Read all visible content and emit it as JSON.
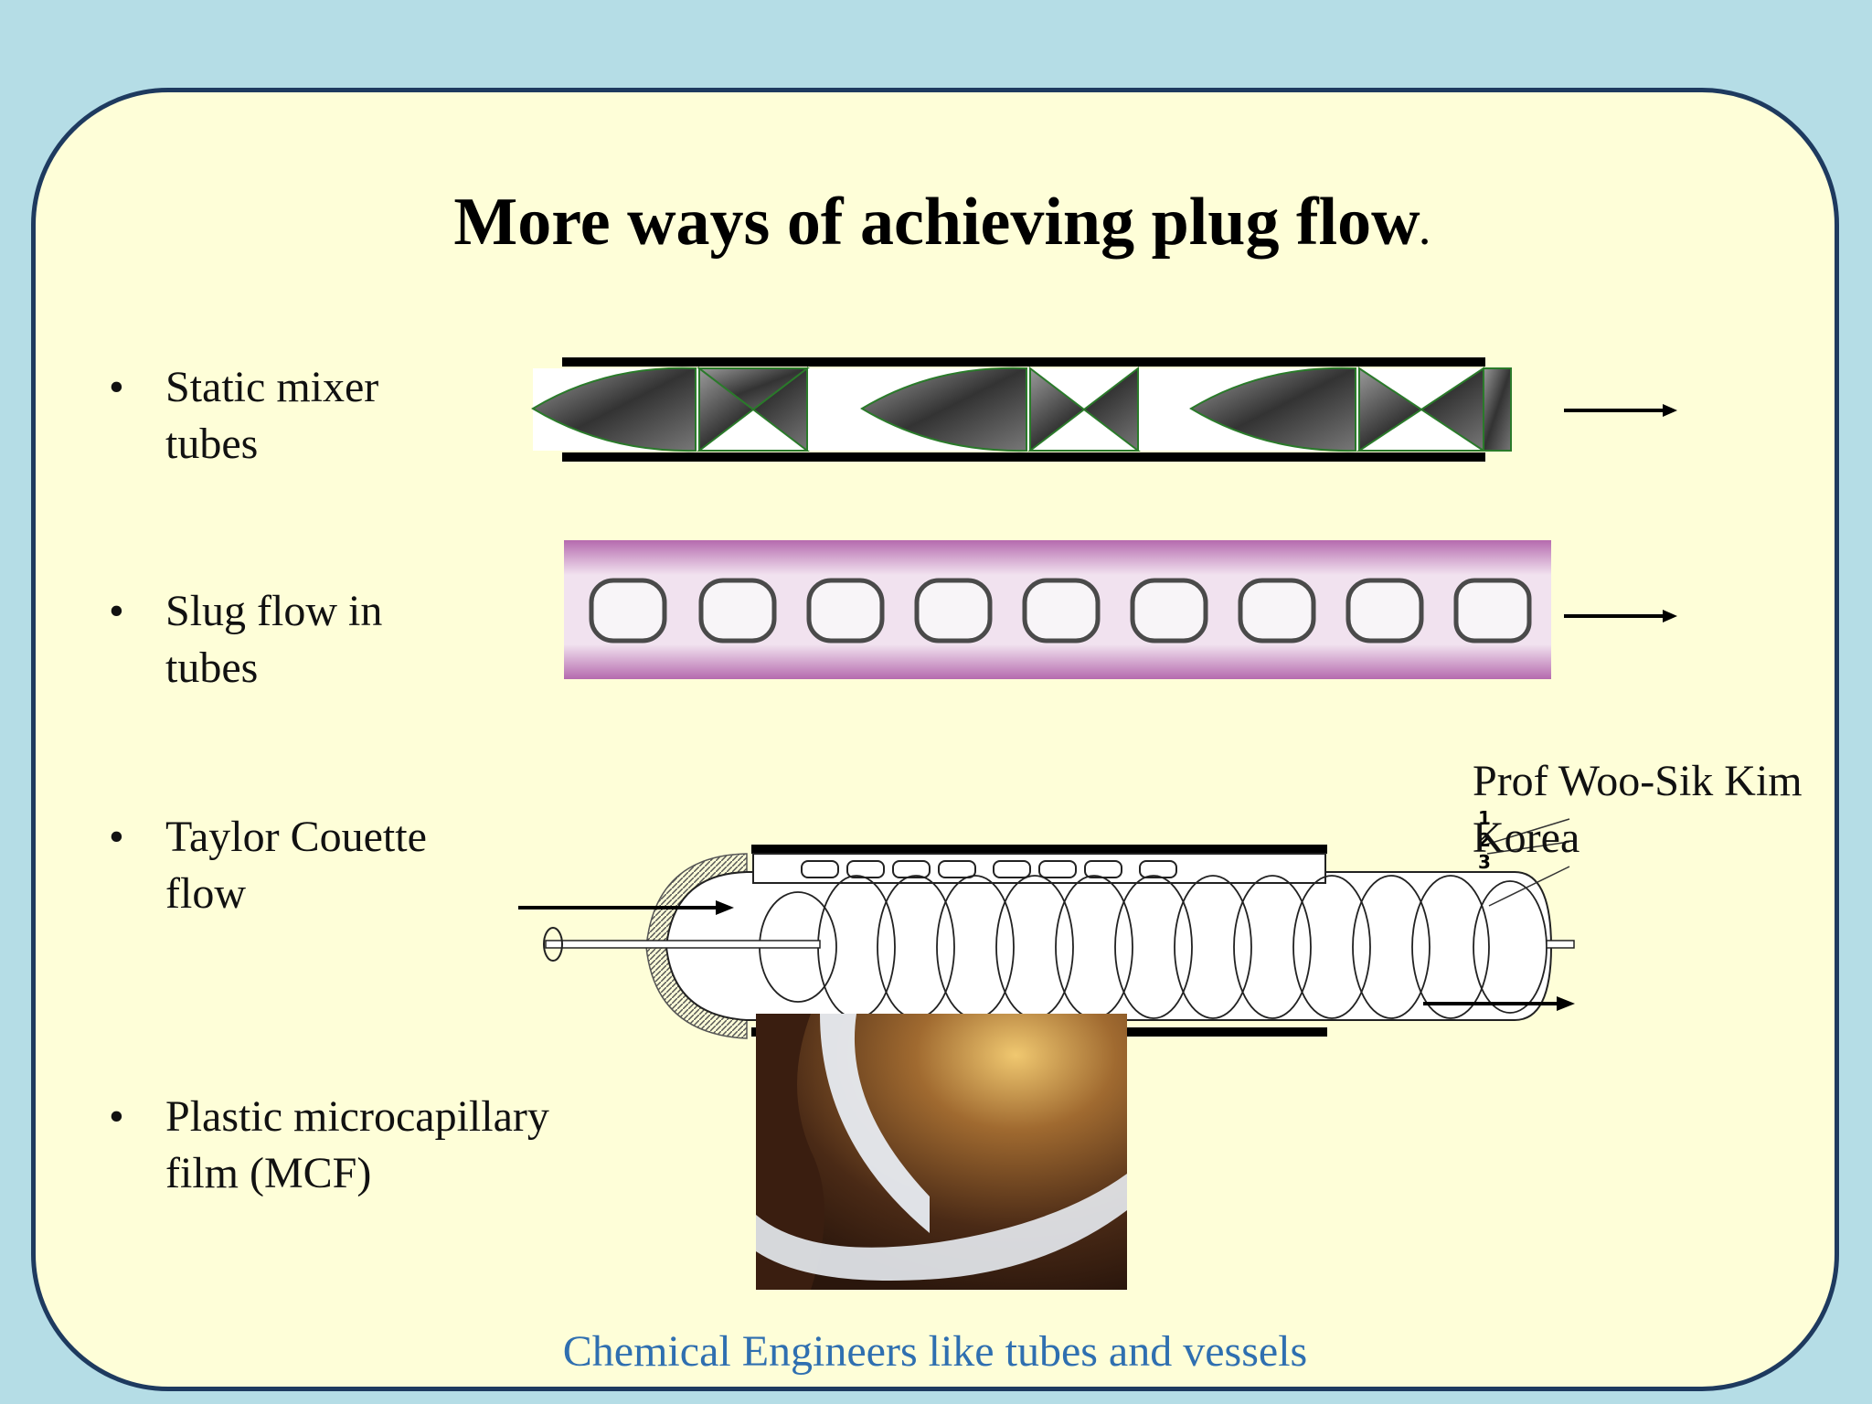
{
  "slide": {
    "title": "More ways of achieving plug flow",
    "title_period": ".",
    "bullets": [
      {
        "line1": "Static mixer",
        "line2": "tubes"
      },
      {
        "line1": "Slug flow in",
        "line2": "tubes"
      },
      {
        "line1": "Taylor Couette",
        "line2": "flow"
      },
      {
        "line1": "Plastic microcapillary",
        "line2": "film (MCF)"
      }
    ],
    "credit": {
      "line1": "Prof Woo-Sik Kim",
      "line2": "Korea"
    },
    "diagram_callouts": [
      "1",
      "2",
      "3"
    ],
    "footer": "Chemical Engineers like tubes and vessels",
    "colors": {
      "background": "#b5dde6",
      "panel": "#fefed8",
      "border": "#1e3a5f",
      "footer": "#2f6fb0"
    }
  }
}
